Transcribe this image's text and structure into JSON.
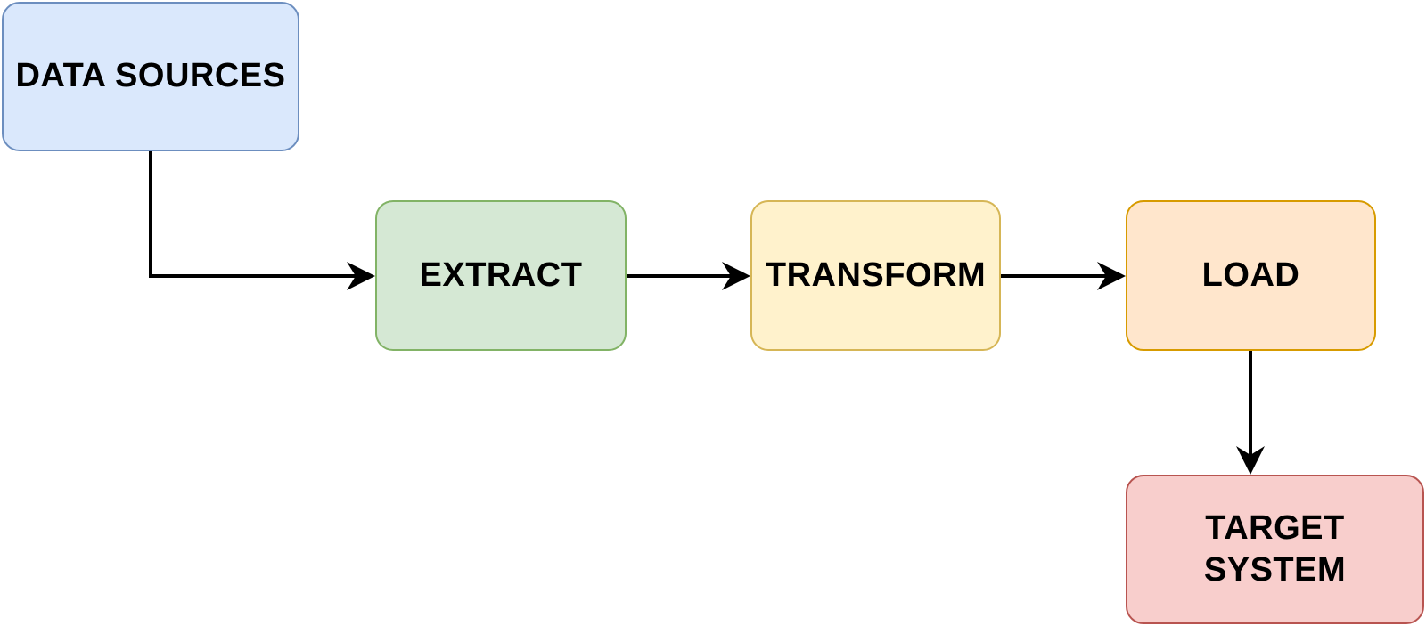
{
  "diagram": {
    "nodes": {
      "data_sources": {
        "label": "DATA SOURCES",
        "fill": "#dae8fc",
        "stroke": "#6c8ebf"
      },
      "extract": {
        "label": "EXTRACT",
        "fill": "#d5e8d4",
        "stroke": "#82b366"
      },
      "transform": {
        "label": "TRANSFORM",
        "fill": "#fff2cc",
        "stroke": "#d6b656"
      },
      "load": {
        "label": "LOAD",
        "fill": "#ffe6cc",
        "stroke": "#d79b00"
      },
      "target": {
        "label_line1": "TARGET",
        "label_line2": "SYSTEM",
        "fill": "#f8cecc",
        "stroke": "#b85450"
      }
    },
    "edges": [
      {
        "from": "data_sources",
        "to": "extract"
      },
      {
        "from": "extract",
        "to": "transform"
      },
      {
        "from": "transform",
        "to": "load"
      },
      {
        "from": "load",
        "to": "target"
      }
    ],
    "edge_color": "#000000"
  }
}
